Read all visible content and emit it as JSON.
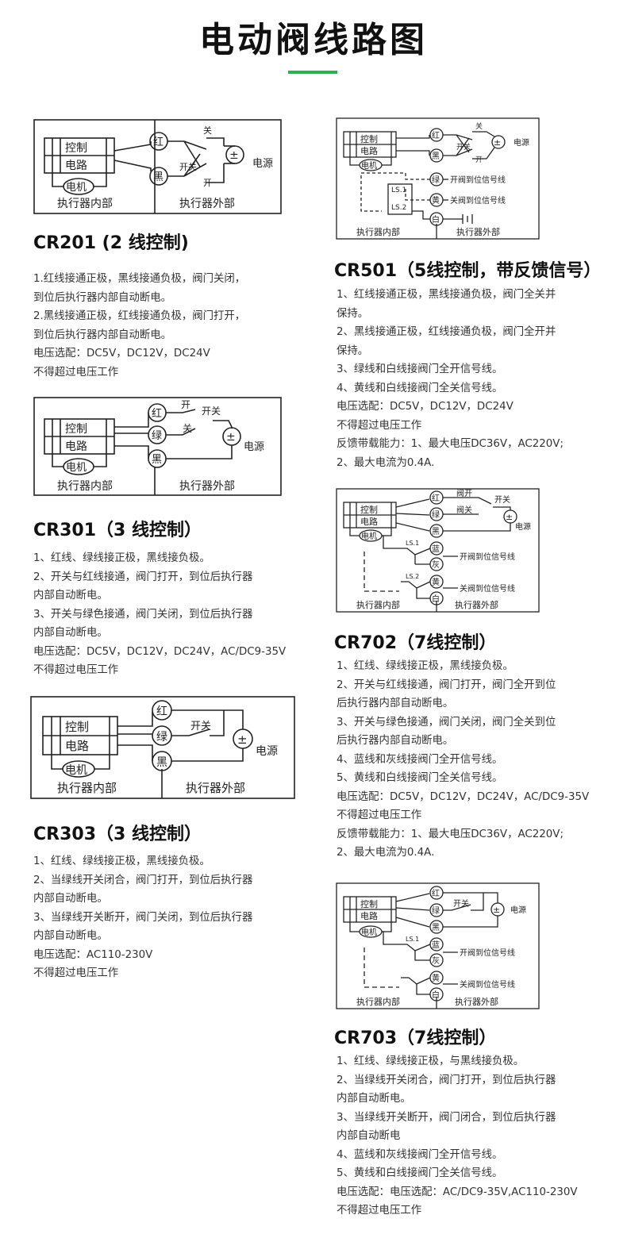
{
  "page": {
    "title": "电动阀线路图"
  },
  "diagram_labels": {
    "control": "控制",
    "circuit": "电路",
    "motor": "电机",
    "inside": "执行器内部",
    "outside": "执行器外部",
    "power": "电源",
    "switch": "开关",
    "open": "开",
    "close": "关",
    "red": "红",
    "black": "黑",
    "green": "绿",
    "yellow": "黄",
    "white": "白",
    "blue": "蓝",
    "grey": "灰",
    "valve_open": "阀开",
    "valve_close": "阀关",
    "open_signal": "开阀到位信号线",
    "close_signal": "关阀到位信号线",
    "ls1": "LS.1",
    "ls2": "LS.2",
    "plus_minus": "±"
  },
  "sections": {
    "cr201": {
      "heading": "CR201 (2 线控制)",
      "lines": [
        "1.红线接通正极，黑线接通负极，阀门关闭，",
        "到位后执行器内部自动断电。",
        "2.黑线接通正极，红线接通负极，阀门打开，",
        "到位后执行器内部自动断电。",
        "电压选配：DC5V，DC12V，DC24V",
        "不得超过电压工作"
      ]
    },
    "cr301": {
      "heading": "CR301（3 线控制）",
      "lines": [
        "1、红线、绿线接正极，黑线接负极。",
        "2、开关与红线接通，阀门打开，到位后执行器",
        "内部自动断电。",
        "3、开关与绿色接通，阀门关闭，到位后执行器",
        "内部自动断电。",
        "电压选配：DC5V，DC12V，DC24V，AC/DC9-35V",
        "不得超过电压工作"
      ]
    },
    "cr303": {
      "heading": "CR303（3 线控制）",
      "lines": [
        "1、红线、绿线接正极，黑线接负极。",
        "2、当绿线开关闭合，阀门打开，到位后执行器",
        "内部自动断电。",
        "3、当绿线开关断开，阀门关闭，到位后执行器",
        "内部自动断电。",
        "电压选配：AC110-230V",
        "不得超过电压工作"
      ]
    },
    "cr501": {
      "heading": "CR501（5线控制，带反馈信号）",
      "lines": [
        "1、红线接通正极，黑线接通负极，阀门全关并",
        "保持。",
        "2、黑线接通正极，红线接通负极，阀门全开并",
        "保持。",
        "3、绿线和白线接阀门全开信号线。",
        "4、黄线和白线接阀门全关信号线。",
        "电压选配：DC5V，DC12V，DC24V",
        "不得超过电压工作",
        "反馈带载能力：1、最大电压DC36V，AC220V;",
        "2、最大电流为0.4A."
      ]
    },
    "cr702": {
      "heading": "CR702（7线控制）",
      "lines": [
        "1、红线、绿线接正极，黑线接负极。",
        "2、开关与红线接通，阀门打开，阀门全开到位",
        "后执行器内部自动断电。",
        "3、开关与绿色接通，阀门关闭，阀门全关到位",
        "后执行器内部自动断电。",
        "4、蓝线和灰线接阀门全开信号线。",
        "5、黄线和白线接阀门全关信号线。",
        "电压选配：DC5V，DC12V，DC24V，AC/DC9-35V",
        "不得超过电压工作",
        "反馈带载能力：1、最大电压DC36V，AC220V;",
        "2、最大电流为0.4A."
      ]
    },
    "cr703": {
      "heading": "CR703（7线控制）",
      "lines": [
        "1、红线、绿线接正极，与黑线接负极。",
        "2、当绿线开关闭合，阀门打开，到位后执行器",
        "内部自动断电。",
        "3、当绿线开关断开，阀门闭合，到位后执行器",
        "内部自动断电",
        "4、蓝线和灰线接阀门全开信号线。",
        "5、黄线和白线接阀门全关信号线。",
        "电压选配：电压选配：AC/DC9-35V,AC110-230V",
        "不得超过电压工作"
      ]
    }
  }
}
